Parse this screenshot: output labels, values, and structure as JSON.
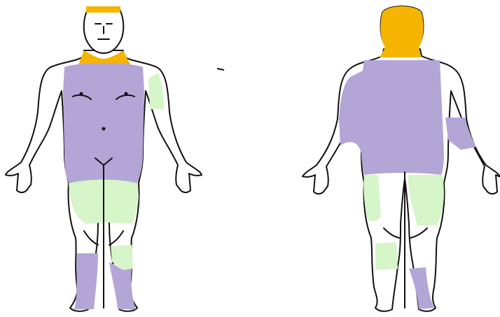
{
  "colors": {
    "background": "#ffffff",
    "outline": "#111111",
    "skin": "#ffffff",
    "purple_region": "#b3a6d6",
    "green_region": "#d6f5c8",
    "orange_region": "#f5b400"
  },
  "figures": [
    {
      "view": "front",
      "regions": [
        "head-top-orange",
        "neck-orange",
        "torso-purple",
        "upper-arm-green",
        "thighs-green",
        "shins-purple",
        "knee-green"
      ]
    },
    {
      "view": "back",
      "regions": [
        "head-orange",
        "back-purple",
        "arm-purple",
        "forearm-purple",
        "thighs-green",
        "calves-green",
        "ankles-purple"
      ]
    }
  ]
}
